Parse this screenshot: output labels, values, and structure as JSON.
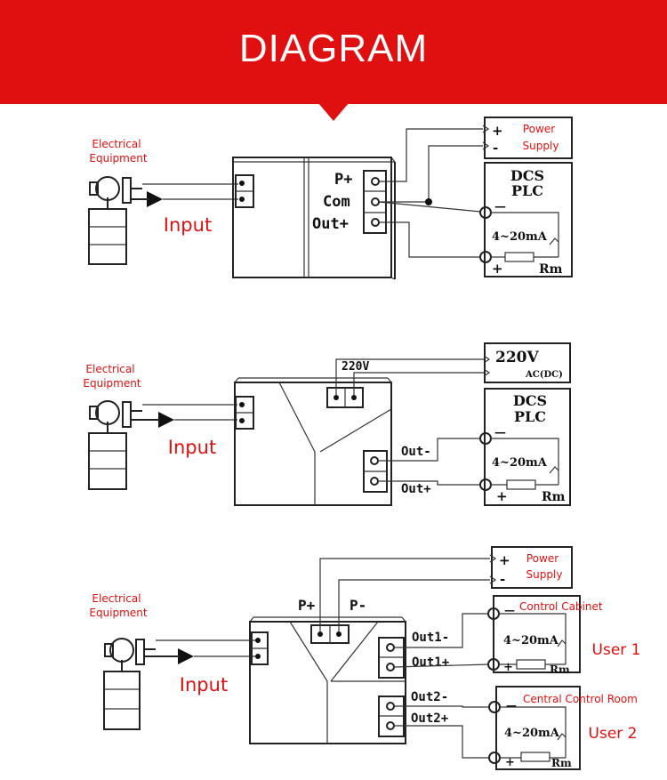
{
  "header": {
    "title": "DIAGRAM",
    "color": "#e01010"
  },
  "diagram1": {
    "device_label_line1": "Electrical",
    "device_label_line2": "Equipment",
    "input_label": "Input",
    "terminals": [
      "P+",
      "Com",
      "Out+"
    ],
    "supply_line1": "Power",
    "supply_line2": "Supply",
    "plus": "+",
    "minus": "-",
    "dcs_line1": "DCS",
    "dcs_line2": "PLC",
    "dcs_minus": "—",
    "current_range": "4~20mA",
    "dcs_plus": "+",
    "resistor": "Rm"
  },
  "diagram2": {
    "device_label_line1": "Electrical",
    "device_label_line2": "Equipment",
    "input_label": "Input",
    "power_wire_label": "220V",
    "supply_line1": "220V",
    "supply_line2": "AC(DC)",
    "terminals": [
      "Out-",
      "Out+"
    ],
    "dcs_line1": "DCS",
    "dcs_line2": "PLC",
    "dcs_minus": "—",
    "current_range": "4~20mA",
    "dcs_plus": "+",
    "resistor": "Rm"
  },
  "diagram3": {
    "device_label_line1": "Electrical",
    "device_label_line2": "Equipment",
    "input_label": "Input",
    "power_terminals": [
      "P+",
      "P-"
    ],
    "supply_line1": "Power",
    "supply_line2": "Supply",
    "plus": "+",
    "minus": "-",
    "terminals": [
      "Out1-",
      "Out1+",
      "Out2-",
      "Out2+"
    ],
    "receiver1": "Control Cabinet",
    "receiver2": "Central Control Room",
    "minus_mark": "—",
    "current_range": "4~20mA",
    "plus_mark": "+",
    "resistor": "Rm",
    "user1": "User 1",
    "user2": "User 2"
  }
}
